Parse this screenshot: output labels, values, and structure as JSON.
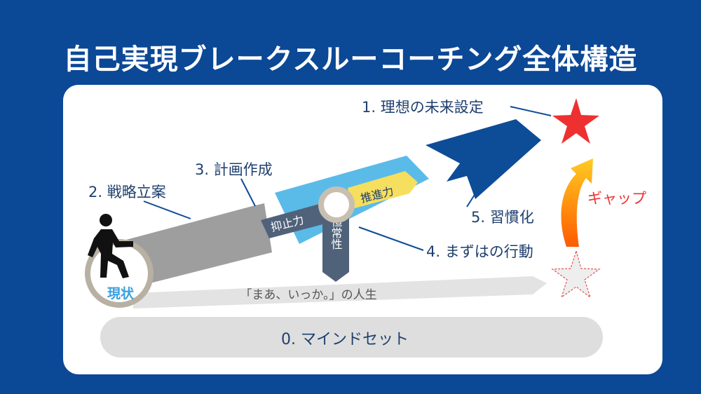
{
  "title": "自己実現ブレークスルーコーチング全体構造",
  "labels": {
    "ideal_future": "1. 理想の未来設定",
    "strategy": "2. 戦略立案",
    "plan": "3. 計画作成",
    "first_action": "4. まずはの行動",
    "habit": "5. 習慣化",
    "mindset": "0. マインドセット",
    "current": "現状",
    "gap": "ギャップ",
    "status_quo_life": "「まあ、いっか。」の人生",
    "suppression": "抑止力",
    "propulsion": "推進力",
    "homeostasis": "恒常性"
  },
  "colors": {
    "background": "#0b4896",
    "panel": "#ffffff",
    "navy": "#0d4c97",
    "label_text": "#1f3f6e",
    "arrow_gray": "#9e9e9e",
    "light_gray": "#dedede",
    "light_blue": "#5bbbe8",
    "yellow": "#f6de5e",
    "slate": "#50627a",
    "red_star": "#ee3030",
    "gap_text": "#ee3333",
    "current_text": "#3aa0e0"
  },
  "icons": {
    "person": "walking-person-icon",
    "ideal_star": "filled-star-icon",
    "current_star": "outline-star-icon",
    "gap_arrow": "curved-up-arrow-icon"
  }
}
